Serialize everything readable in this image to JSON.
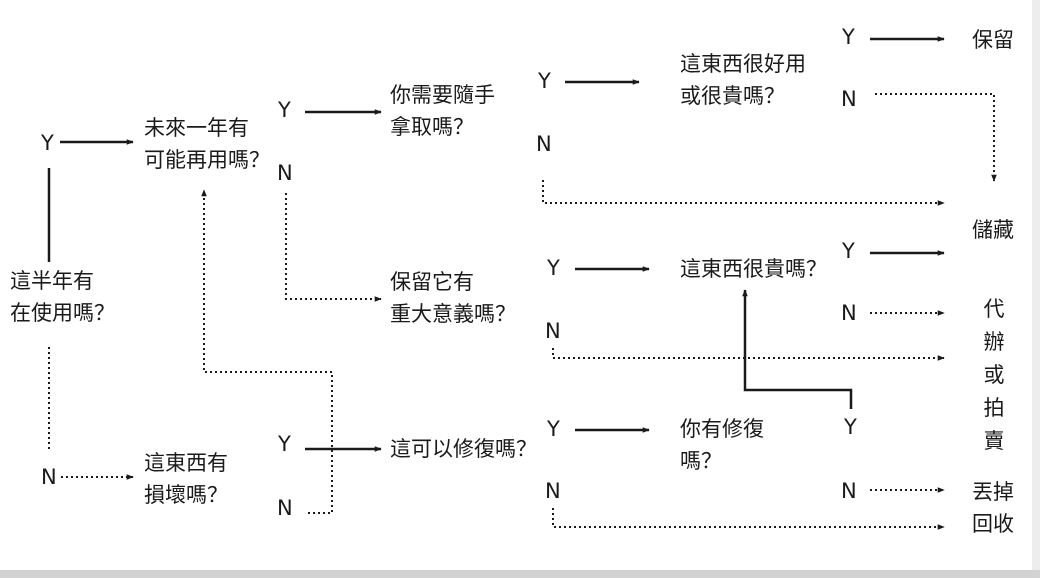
{
  "colors": {
    "line": "#1a1a1a",
    "text": "#1a1a1a",
    "background": "#ffffff",
    "frame": "#d3d3d3"
  },
  "questions": {
    "used_half_year": [
      "這半年有",
      "在使用嗎？"
    ],
    "reuse_next_year": [
      "未來一年有",
      "可能再用嗎？"
    ],
    "is_broken": [
      "這東西有",
      "損壞嗎？"
    ],
    "grab_anytime": [
      "你需要隨手",
      "拿取嗎？"
    ],
    "keep_meaningful": [
      "保留它有",
      "重大意義嗎？"
    ],
    "can_repair": [
      "這可以修復嗎？"
    ],
    "useful_or_expensive": [
      "這東西很好用",
      "或很貴嗎？"
    ],
    "expensive": [
      "這東西很貴嗎？"
    ],
    "will_repair": [
      "你有修復",
      "嗎？"
    ]
  },
  "outcomes": {
    "keep": "保留",
    "store": "儲藏",
    "sell": [
      "代",
      "辦",
      "或",
      "拍",
      "賣"
    ],
    "discard": [
      "丟掉",
      "回收"
    ]
  },
  "answer_labels": {
    "yes": "Y",
    "no": "N"
  }
}
